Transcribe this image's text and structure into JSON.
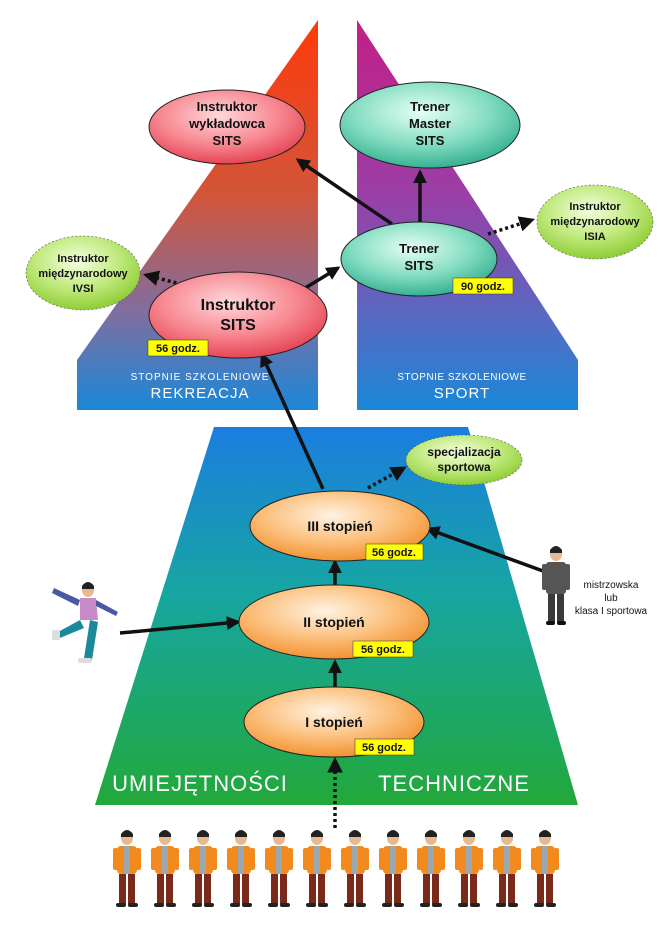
{
  "recreation": {
    "caption_small": "STOPNIE SZKOLENIOWE",
    "caption_big": "REKREACJA",
    "lecturer": [
      "Instruktor",
      "wykładowca",
      "SITS"
    ],
    "instructor": [
      "Instruktor",
      "SITS"
    ],
    "instructor_hours": "56 godz.",
    "ivsi": [
      "Instruktor",
      "międzynarodowy",
      "IVSI"
    ]
  },
  "sport": {
    "caption_small": "STOPNIE SZKOLENIOWE",
    "caption_big": "SPORT",
    "master": [
      "Trener",
      "Master",
      "SITS"
    ],
    "trainer": [
      "Trener",
      "SITS"
    ],
    "trainer_hours": "90 godz.",
    "isia": [
      "Instruktor",
      "międzynarodowy",
      "ISIA"
    ]
  },
  "technical": {
    "caption_left": "UMIEJĘTNOŚCI",
    "caption_right": "TECHNICZNE",
    "level3": "III stopień",
    "level2": "II stopień",
    "level1": "I stopień",
    "hours3": "56 godz.",
    "hours2": "56 godz.",
    "hours1": "56 godz.",
    "specialization": [
      "specjalizacja",
      "sportowa"
    ],
    "athlete_note": [
      "mistrzowska",
      "lub",
      "klasa I sportowa"
    ]
  },
  "colors": {
    "red_oval": "#f25a6a",
    "green_oval": "#3ab89a",
    "orange_oval": "#f89a3a",
    "lime_oval": "#9ad43c",
    "label_box": "#ffff00"
  },
  "icons": [
    "freestyle-skier-figure",
    "standing-athlete-figure",
    "beginner-figure"
  ]
}
